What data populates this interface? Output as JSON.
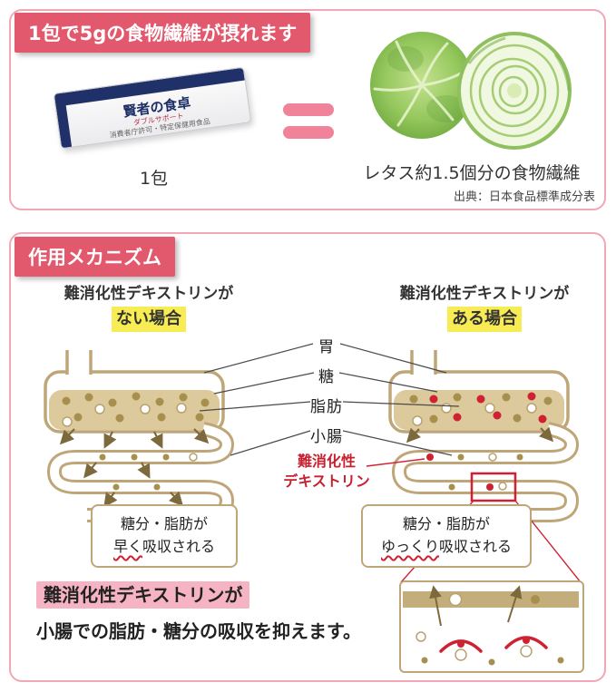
{
  "colors": {
    "badge_bg": "#e2586d",
    "card_border": "#f3a7b6",
    "equals_pink": "#f0839a",
    "highlight_yellow": "#f8ec55",
    "highlight_pink": "#f6b3c3",
    "tan_outline": "#bfa679",
    "red_accent": "#cf2132"
  },
  "fiber_section": {
    "badge": "1包で5gの食物繊維が摂れます",
    "packet": {
      "brand": "賢者の食卓",
      "type": "ダブルサポート",
      "sub": "消費者庁許可・特定保健用食品"
    },
    "packet_caption": "1包",
    "lettuce_caption": "レタス約1.5個分の食物繊維",
    "source": "出典：日本食品標準成分表"
  },
  "mechanism_section": {
    "badge": "作用メカニズム",
    "left_heading": {
      "line1": "難消化性デキストリンが",
      "line2": "ない場合"
    },
    "right_heading": {
      "line1": "難消化性デキストリンが",
      "line2": "ある場合"
    },
    "organ_labels": {
      "stomach": "胃",
      "sugar": "糖",
      "fat": "脂肪",
      "small_intestine": "小腸"
    },
    "dextrin_label": {
      "line1": "難消化性",
      "line2": "デキストリン"
    },
    "left_caption": {
      "line1": "糖分・脂肪が",
      "emph": "早く",
      "rest": "吸収される"
    },
    "right_caption": {
      "line1": "糖分・脂肪が",
      "emph": "ゆっくり",
      "rest": "吸収される"
    },
    "conclusion": {
      "line1": "難消化性デキストリンが",
      "line2": "小腸での脂肪・糖分の吸収を抑えます。"
    }
  }
}
